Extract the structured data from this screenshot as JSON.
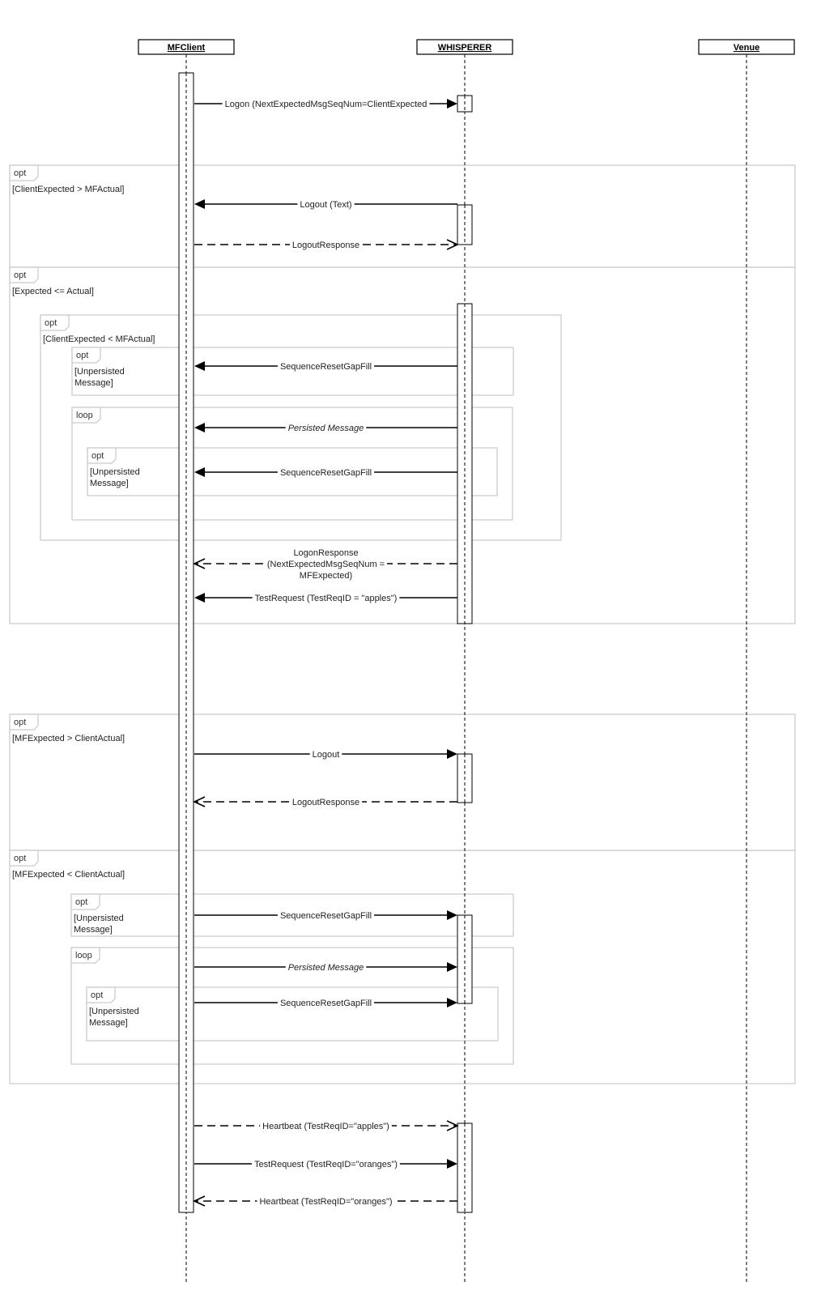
{
  "participants": [
    {
      "id": "mfclient",
      "label": "MFClient"
    },
    {
      "id": "whisperer",
      "label": "WHISPERER"
    },
    {
      "id": "venue",
      "label": "Venue"
    }
  ],
  "frames": [
    {
      "id": "f1",
      "operator": "opt",
      "guard": [
        "[ClientExpected > MFActual]"
      ]
    },
    {
      "id": "f2",
      "operator": "opt",
      "guard": [
        "[Expected <= Actual]"
      ]
    },
    {
      "id": "f3",
      "operator": "opt",
      "guard": [
        "[ClientExpected < MFActual]"
      ]
    },
    {
      "id": "f4",
      "operator": "opt",
      "guard": [
        "[Unpersisted",
        "Message]"
      ]
    },
    {
      "id": "f5",
      "operator": "loop",
      "guard": []
    },
    {
      "id": "f6",
      "operator": "opt",
      "guard": [
        "[Unpersisted",
        "Message]"
      ]
    },
    {
      "id": "f7",
      "operator": "opt",
      "guard": [
        "[MFExpected > ClientActual]"
      ]
    },
    {
      "id": "f8",
      "operator": "opt",
      "guard": [
        "[MFExpected < ClientActual]"
      ]
    },
    {
      "id": "f9",
      "operator": "opt",
      "guard": [
        "[Unpersisted",
        " Message]"
      ]
    },
    {
      "id": "f10",
      "operator": "loop",
      "guard": []
    },
    {
      "id": "f11",
      "operator": "opt",
      "guard": [
        "[Unpersisted",
        " Message]"
      ]
    }
  ],
  "messages": [
    {
      "id": "m1",
      "from": "mfclient",
      "to": "whisperer",
      "style": "solid",
      "italic": false,
      "label": [
        "Logon (NextExpectedMsgSeqNum=ClientExpected"
      ]
    },
    {
      "id": "m2",
      "from": "whisperer",
      "to": "mfclient",
      "style": "solid",
      "italic": false,
      "label": [
        "Logout (Text)"
      ]
    },
    {
      "id": "m3",
      "from": "mfclient",
      "to": "whisperer",
      "style": "dashed",
      "italic": false,
      "label": [
        "LogoutResponse"
      ]
    },
    {
      "id": "m4",
      "from": "whisperer",
      "to": "mfclient",
      "style": "solid",
      "italic": false,
      "label": [
        "SequenceResetGapFill"
      ]
    },
    {
      "id": "m5",
      "from": "whisperer",
      "to": "mfclient",
      "style": "solid",
      "italic": true,
      "label": [
        "Persisted Message"
      ]
    },
    {
      "id": "m6",
      "from": "whisperer",
      "to": "mfclient",
      "style": "solid",
      "italic": false,
      "label": [
        "SequenceResetGapFill"
      ]
    },
    {
      "id": "m7",
      "from": "whisperer",
      "to": "mfclient",
      "style": "dashed",
      "italic": false,
      "label": [
        "LogonResponse",
        "(NextExpectedMsgSeqNum =",
        "MFExpected)"
      ]
    },
    {
      "id": "m8",
      "from": "whisperer",
      "to": "mfclient",
      "style": "solid",
      "italic": false,
      "label": [
        "TestRequest (TestReqID = \"apples\")"
      ]
    },
    {
      "id": "m9",
      "from": "mfclient",
      "to": "whisperer",
      "style": "solid",
      "italic": false,
      "label": [
        "Logout"
      ]
    },
    {
      "id": "m10",
      "from": "whisperer",
      "to": "mfclient",
      "style": "dashed",
      "italic": false,
      "label": [
        "LogoutResponse"
      ]
    },
    {
      "id": "m11",
      "from": "mfclient",
      "to": "whisperer",
      "style": "solid",
      "italic": false,
      "label": [
        "SequenceResetGapFill"
      ]
    },
    {
      "id": "m12",
      "from": "mfclient",
      "to": "whisperer",
      "style": "solid",
      "italic": true,
      "label": [
        "Persisted Message"
      ]
    },
    {
      "id": "m13",
      "from": "mfclient",
      "to": "whisperer",
      "style": "solid",
      "italic": false,
      "label": [
        "SequenceResetGapFill"
      ]
    },
    {
      "id": "m14",
      "from": "mfclient",
      "to": "whisperer",
      "style": "dashed",
      "italic": false,
      "label": [
        "Heartbeat (TestReqID=\"apples\")"
      ]
    },
    {
      "id": "m15",
      "from": "mfclient",
      "to": "whisperer",
      "style": "solid",
      "italic": false,
      "label": [
        "TestRequest (TestReqID=\"oranges\")"
      ]
    },
    {
      "id": "m16",
      "from": "whisperer",
      "to": "mfclient",
      "style": "dashed",
      "italic": false,
      "label": [
        "Heartbeat (TestReqID=\"oranges\")"
      ]
    }
  ]
}
